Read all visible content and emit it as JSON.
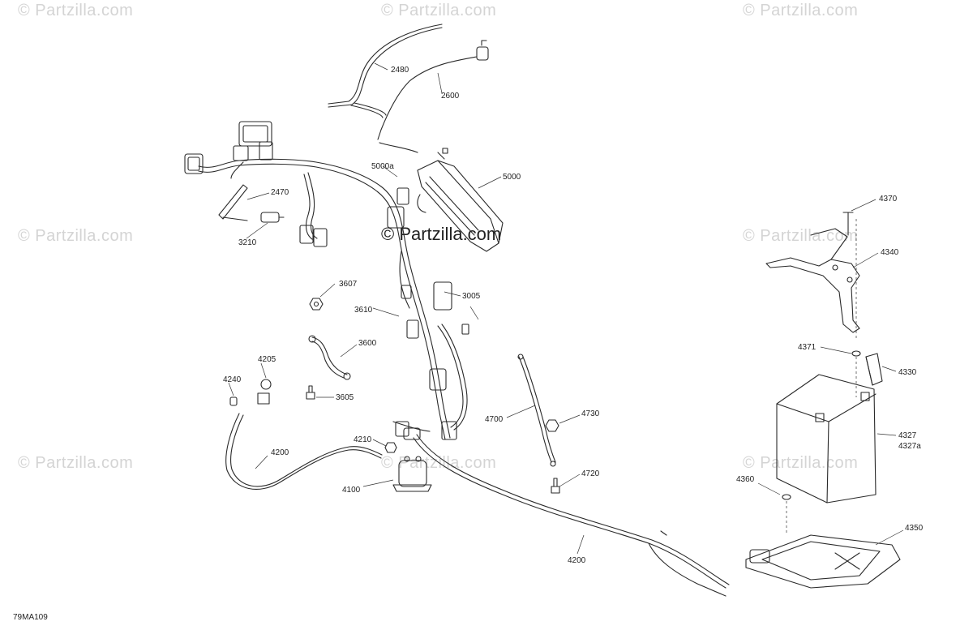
{
  "watermarks": [
    "© Partzilla.com",
    "© Partzilla.com",
    "© Partzilla.com",
    "© Partzilla.com",
    "© Partzilla.com",
    "© Partzilla.com",
    "© Partzilla.com",
    "© Partzilla.com",
    "© Partzilla.com"
  ],
  "center_watermark": "© Partzilla.com",
  "diagram_code": "79MA109",
  "labels": [
    {
      "id": "2480",
      "text": "2480"
    },
    {
      "id": "2600",
      "text": "2600"
    },
    {
      "id": "5000a",
      "text": "5000a"
    },
    {
      "id": "5000",
      "text": "5000"
    },
    {
      "id": "2470",
      "text": "2470"
    },
    {
      "id": "3210",
      "text": "3210"
    },
    {
      "id": "3607",
      "text": "3607"
    },
    {
      "id": "3610",
      "text": "3610"
    },
    {
      "id": "3005",
      "text": "3005"
    },
    {
      "id": "3600",
      "text": "3600"
    },
    {
      "id": "3605",
      "text": "3605"
    },
    {
      "id": "4205",
      "text": "4205"
    },
    {
      "id": "4240",
      "text": "4240"
    },
    {
      "id": "4200a",
      "text": "4200"
    },
    {
      "id": "4210",
      "text": "4210"
    },
    {
      "id": "4100",
      "text": "4100"
    },
    {
      "id": "4700",
      "text": "4700"
    },
    {
      "id": "4730",
      "text": "4730"
    },
    {
      "id": "4720",
      "text": "4720"
    },
    {
      "id": "4200b",
      "text": "4200"
    },
    {
      "id": "4370",
      "text": "4370"
    },
    {
      "id": "4340",
      "text": "4340"
    },
    {
      "id": "4371",
      "text": "4371"
    },
    {
      "id": "4330",
      "text": "4330"
    },
    {
      "id": "4327",
      "text": "4327"
    },
    {
      "id": "4327a",
      "text": "4327a"
    },
    {
      "id": "4360",
      "text": "4360"
    },
    {
      "id": "4350",
      "text": "4350"
    }
  ]
}
